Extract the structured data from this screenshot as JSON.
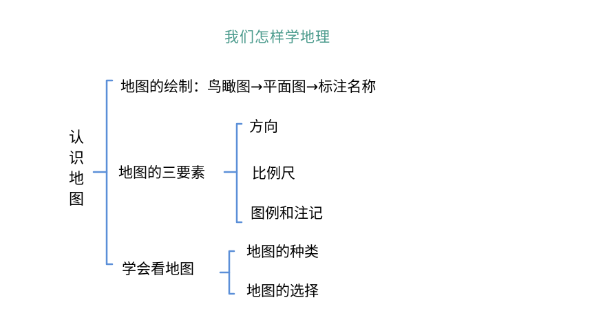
{
  "title": "我们怎样学地理",
  "root": {
    "chars": [
      "认",
      "识",
      "地",
      "图"
    ]
  },
  "branches": {
    "drawing": "地图的绘制：鸟瞰图→平面图→标注名称",
    "elements": {
      "label": "地图的三要素",
      "children": [
        "方向",
        "比例尺",
        "图例和注记"
      ]
    },
    "reading": {
      "label": "学会看地图",
      "children": [
        "地图的种类",
        "地图的选择"
      ]
    }
  },
  "colors": {
    "title": "#4a9a8c",
    "bracket": "#5b8fd8",
    "text": "#000000"
  }
}
